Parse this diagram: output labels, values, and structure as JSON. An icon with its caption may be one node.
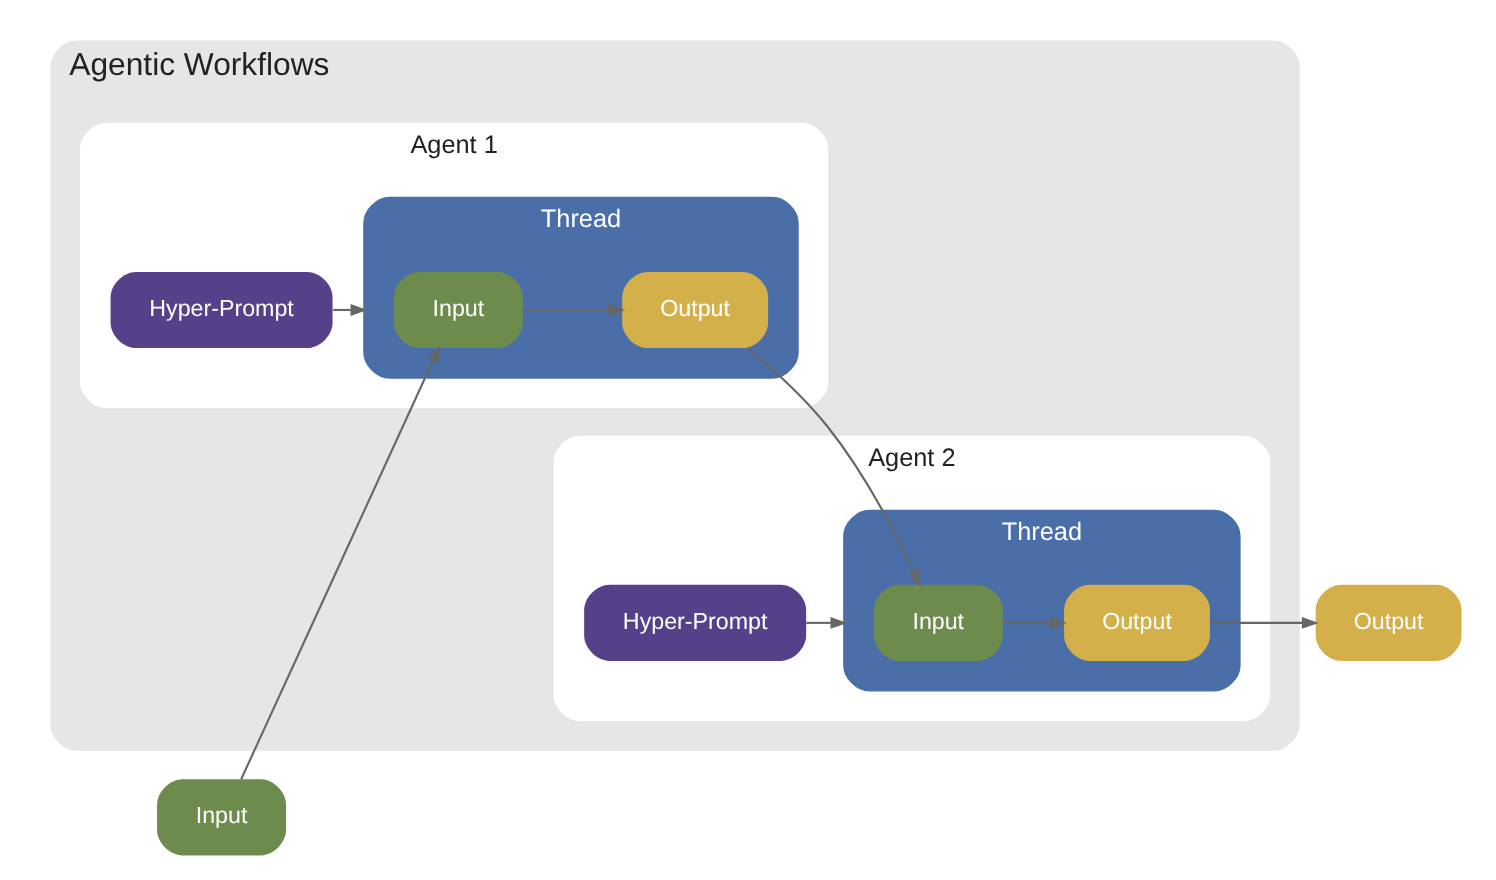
{
  "diagram": {
    "nodes": [
      {
        "text": [
          "Agentic Workflows"
        ]
      },
      {
        "text": [
          "Input"
        ]
      },
      {
        "text": [
          "Agent 1"
        ],
        "in": 0
      },
      {
        "text": [
          "Hyper-Prompt"
        ],
        "in": 2
      },
      {
        "text": [
          "Thread"
        ],
        "in": 2
      },
      {
        "text": [
          "Input"
        ],
        "in": 4
      },
      {
        "text": [
          "Output"
        ],
        "in": 4
      },
      {
        "text": [
          "Agent 2"
        ],
        "in": 0
      },
      {
        "text": [
          "Hyper-Prompt"
        ],
        "in": 7
      },
      {
        "text": [
          "Thread"
        ],
        "in": 7
      },
      {
        "text": [
          "Input"
        ],
        "in": 9
      },
      {
        "text": [
          "Output"
        ],
        "in": 9
      },
      {
        "text": [
          "Output"
        ]
      }
    ],
    "edges": [
      {
        "from": 1,
        "to": 5,
        "arrow": "to"
      },
      {
        "from": 3,
        "to": 4,
        "arrow": "to"
      },
      {
        "from": 5,
        "to": 6,
        "arrow": "to"
      },
      {
        "from": 6,
        "to": 10,
        "arrow": "to"
      },
      {
        "from": 8,
        "to": 9,
        "arrow": "to"
      },
      {
        "from": 10,
        "to": 11,
        "arrow": "to"
      },
      {
        "from": 11,
        "to": 12,
        "arrow": "to"
      }
    ]
  }
}
